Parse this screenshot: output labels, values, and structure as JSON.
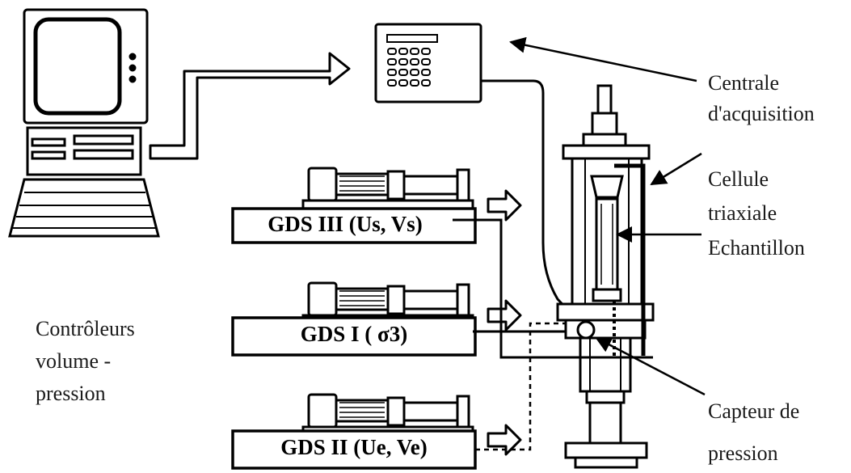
{
  "labels": {
    "centrale_line1": "Centrale",
    "centrale_line2": "d'acquisition",
    "cellule_line1": "Cellule",
    "cellule_line2": "triaxiale",
    "echantillon": "Echantillon",
    "controleurs_line1": "Contrôleurs",
    "controleurs_line2": "volume -",
    "controleurs_line3": "pression",
    "capteur_line1": "Capteur de",
    "capteur_line2": "pression"
  },
  "controllers": [
    {
      "label": "GDS III (Us, Vs)"
    },
    {
      "label": "GDS I ( σ3)"
    },
    {
      "label": "GDS II (Ue, Ve)"
    }
  ],
  "colors": {
    "ink": "#000000",
    "background": "#ffffff"
  }
}
